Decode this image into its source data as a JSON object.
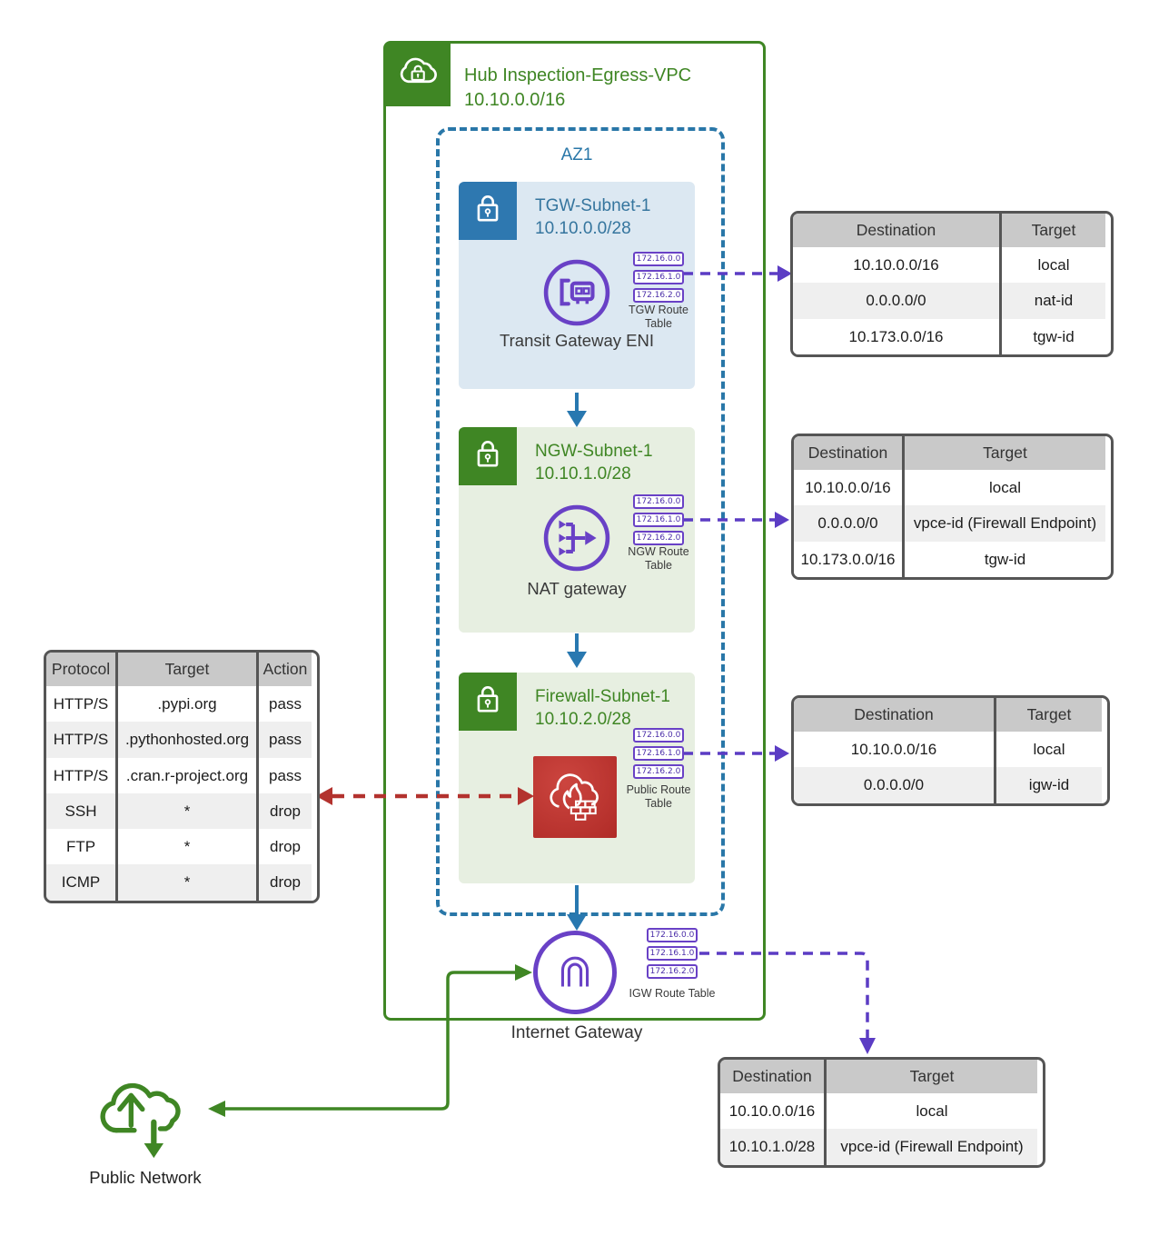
{
  "vpc": {
    "title": "Hub Inspection-Egress-VPC",
    "cidr": "10.10.0.0/16"
  },
  "az": {
    "label": "AZ1"
  },
  "subnets": [
    {
      "name": "TGW-Subnet-1",
      "cidr": "10.10.0.0/28",
      "resource": "Transit Gateway ENI",
      "route_table_label": "TGW Route Table"
    },
    {
      "name": "NGW-Subnet-1",
      "cidr": "10.10.1.0/28",
      "resource": "NAT gateway",
      "route_table_label": "NGW Route Table"
    },
    {
      "name": "Firewall-Subnet-1",
      "cidr": "10.10.2.0/28",
      "resource": "",
      "route_table_label": "Public Route Table"
    }
  ],
  "route_chips": [
    "172.16.0.0",
    "172.16.1.0",
    "172.16.2.0"
  ],
  "igw": {
    "label": "Internet Gateway",
    "route_table_label": "IGW Route Table"
  },
  "public_network": {
    "label": "Public Network"
  },
  "route_tables": [
    {
      "id": "tgw-route-table",
      "headers": [
        "Destination",
        "Target"
      ],
      "rows": [
        [
          "10.10.0.0/16",
          "local"
        ],
        [
          "0.0.0.0/0",
          "nat-id"
        ],
        [
          "10.173.0.0/16",
          "tgw-id"
        ]
      ]
    },
    {
      "id": "ngw-route-table",
      "headers": [
        "Destination",
        "Target"
      ],
      "rows": [
        [
          "10.10.0.0/16",
          "local"
        ],
        [
          "0.0.0.0/0",
          "vpce-id (Firewall Endpoint)"
        ],
        [
          "10.173.0.0/16",
          "tgw-id"
        ]
      ]
    },
    {
      "id": "public-route-table",
      "headers": [
        "Destination",
        "Target"
      ],
      "rows": [
        [
          "10.10.0.0/16",
          "local"
        ],
        [
          "0.0.0.0/0",
          "igw-id"
        ]
      ]
    },
    {
      "id": "igw-route-table",
      "headers": [
        "Destination",
        "Target"
      ],
      "rows": [
        [
          "10.10.0.0/16",
          "local"
        ],
        [
          "10.10.1.0/28",
          "vpce-id (Firewall Endpoint)"
        ]
      ]
    }
  ],
  "firewall_rules": {
    "headers": [
      "Protocol",
      "Target",
      "Action"
    ],
    "rows": [
      [
        "HTTP/S",
        ".pypi.org",
        "pass"
      ],
      [
        "HTTP/S",
        ".pythonhosted.org",
        "pass"
      ],
      [
        "HTTP/S",
        ".cran.r-project.org",
        "pass"
      ],
      [
        "SSH",
        "*",
        "drop"
      ],
      [
        "FTP",
        "*",
        "drop"
      ],
      [
        "ICMP",
        "*",
        "drop"
      ]
    ]
  },
  "icons": {
    "vpc": "cloud-lock-icon",
    "subnet": "lock-icon",
    "tgw_eni": "network-interface-icon",
    "nat": "nat-gateway-icon",
    "firewall": "network-firewall-icon",
    "igw": "internet-gateway-icon",
    "public": "cloud-arrows-icon"
  },
  "colors": {
    "vpc_green": "#3F8624",
    "az_blue": "#2977A8",
    "subnet_blue_title": "#35759E",
    "subnet_blue_bg": "#dce8f2",
    "subnet_green_bg": "#e7efe1",
    "badge_blue": "#2E78B0",
    "icon_purple": "#6941C6",
    "arrow_purple": "#5B3CC4",
    "arrow_blue": "#2878B0",
    "arrow_red": "#B3322E",
    "firewall_red": "#C13530",
    "table_border": "#555555",
    "table_header_bg": "#c9c9c9",
    "table_alt_row": "#efefef"
  }
}
